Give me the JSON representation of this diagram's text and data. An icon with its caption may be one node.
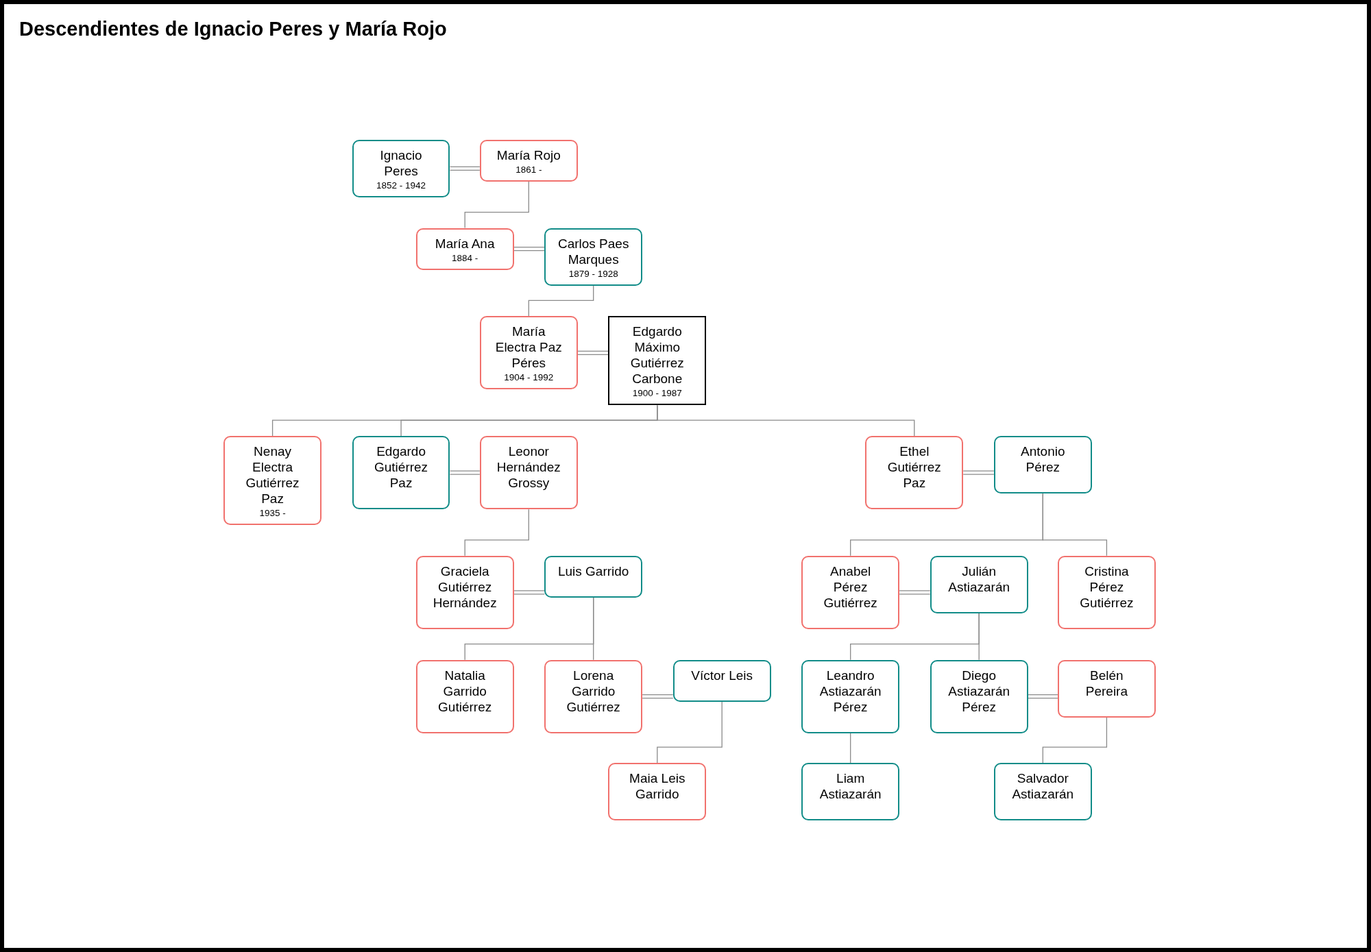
{
  "diagram": {
    "title": "Descendientes de Ignacio Peres y María Rojo",
    "nodes": [
      {
        "text": [
          "Ignacio Peres",
          "1852 - 1942"
        ]
      },
      {
        "text": [
          "María Rojo",
          "1861 -"
        ]
      },
      {
        "text": [
          "María Ana",
          "1884 -"
        ]
      },
      {
        "text": [
          "Carlos Paes Marques",
          "1879 - 1928"
        ]
      },
      {
        "text": [
          "María Electra Paz Péres",
          "1904 - 1992"
        ]
      },
      {
        "text": [
          "Edgardo Máximo Gutiérrez Carbone",
          "1900 - 1987"
        ]
      },
      {
        "text": [
          "Nenay Electra Gutiérrez Paz",
          "1935 -"
        ]
      },
      {
        "text": [
          "Edgardo Gutiérrez Paz"
        ]
      },
      {
        "text": [
          "Leonor Hernández Grossy"
        ]
      },
      {
        "text": [
          "Ethel Gutiérrez Paz"
        ]
      },
      {
        "text": [
          "Antonio Pérez"
        ]
      },
      {
        "text": [
          "Graciela Gutiérrez Hernández"
        ]
      },
      {
        "text": [
          "Luis Garrido"
        ]
      },
      {
        "text": [
          "Anabel Pérez Gutiérrez"
        ]
      },
      {
        "text": [
          "Julián Astiazarán"
        ]
      },
      {
        "text": [
          "Cristina Pérez Gutiérrez"
        ]
      },
      {
        "text": [
          "Natalia Garrido Gutiérrez"
        ]
      },
      {
        "text": [
          "Lorena Garrido Gutiérrez"
        ]
      },
      {
        "text": [
          "Víctor Leis"
        ]
      },
      {
        "text": [
          "Leandro Astiazarán Pérez"
        ]
      },
      {
        "text": [
          "Diego Astiazarán Pérez"
        ]
      },
      {
        "text": [
          "Belén Pereira"
        ]
      },
      {
        "text": [
          "Maia Leis Garrido"
        ]
      },
      {
        "text": [
          "Liam Astiazarán"
        ]
      },
      {
        "text": [
          "Salvador Astiazarán"
        ]
      }
    ],
    "edges": [
      {
        "from": 0,
        "to": 1,
        "arrow": "none"
      },
      {
        "from": 1,
        "to": 2,
        "arrow": "none"
      },
      {
        "from": 2,
        "to": 3,
        "arrow": "none"
      },
      {
        "from": 3,
        "to": 4,
        "arrow": "none"
      },
      {
        "from": 4,
        "to": 5,
        "arrow": "none"
      },
      {
        "from": 5,
        "to": 6,
        "arrow": "none"
      },
      {
        "from": 5,
        "to": 7,
        "arrow": "none"
      },
      {
        "from": 5,
        "to": 9,
        "arrow": "none"
      },
      {
        "from": 7,
        "to": 8,
        "arrow": "none"
      },
      {
        "from": 9,
        "to": 10,
        "arrow": "none"
      },
      {
        "from": 8,
        "to": 11,
        "arrow": "none"
      },
      {
        "from": 10,
        "to": 13,
        "arrow": "none"
      },
      {
        "from": 10,
        "to": 15,
        "arrow": "none"
      },
      {
        "from": 11,
        "to": 12,
        "arrow": "none"
      },
      {
        "from": 13,
        "to": 14,
        "arrow": "none"
      },
      {
        "from": 12,
        "to": 16,
        "arrow": "none"
      },
      {
        "from": 12,
        "to": 17,
        "arrow": "none"
      },
      {
        "from": 14,
        "to": 19,
        "arrow": "none"
      },
      {
        "from": 14,
        "to": 20,
        "arrow": "none"
      },
      {
        "from": 17,
        "to": 18,
        "arrow": "none"
      },
      {
        "from": 20,
        "to": 21,
        "arrow": "none"
      },
      {
        "from": 18,
        "to": 22,
        "arrow": "none"
      },
      {
        "from": 19,
        "to": 23,
        "arrow": "none"
      },
      {
        "from": 21,
        "to": 24,
        "arrow": "none"
      }
    ]
  }
}
